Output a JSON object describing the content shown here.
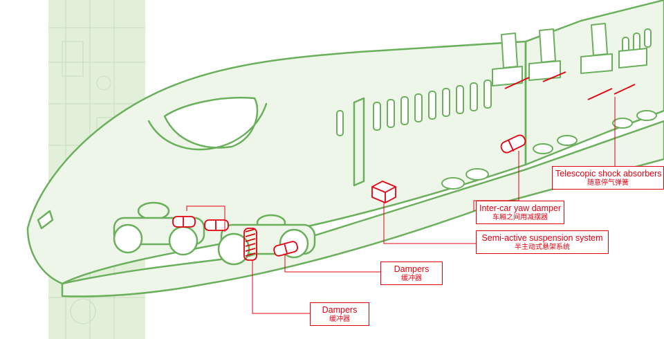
{
  "colors": {
    "outline": "#6aaf5c",
    "fill": "#eef6e9",
    "backdrop": "#e2efd9",
    "accent": "#e3000f"
  },
  "labels": {
    "telescopic": {
      "en": "Telescopic shock absorbers",
      "zh": "随意停气弹簧"
    },
    "yaw": {
      "en": "Inter-car yaw damper",
      "zh": "车厢之间用减摆器"
    },
    "semi_active": {
      "en": "Semi-active suspension system",
      "zh": "半主动式悬架系统"
    },
    "dampers_1": {
      "en": "Dampers",
      "zh": "缓冲器"
    },
    "dampers_2": {
      "en": "Dampers",
      "zh": "缓冲器"
    }
  }
}
